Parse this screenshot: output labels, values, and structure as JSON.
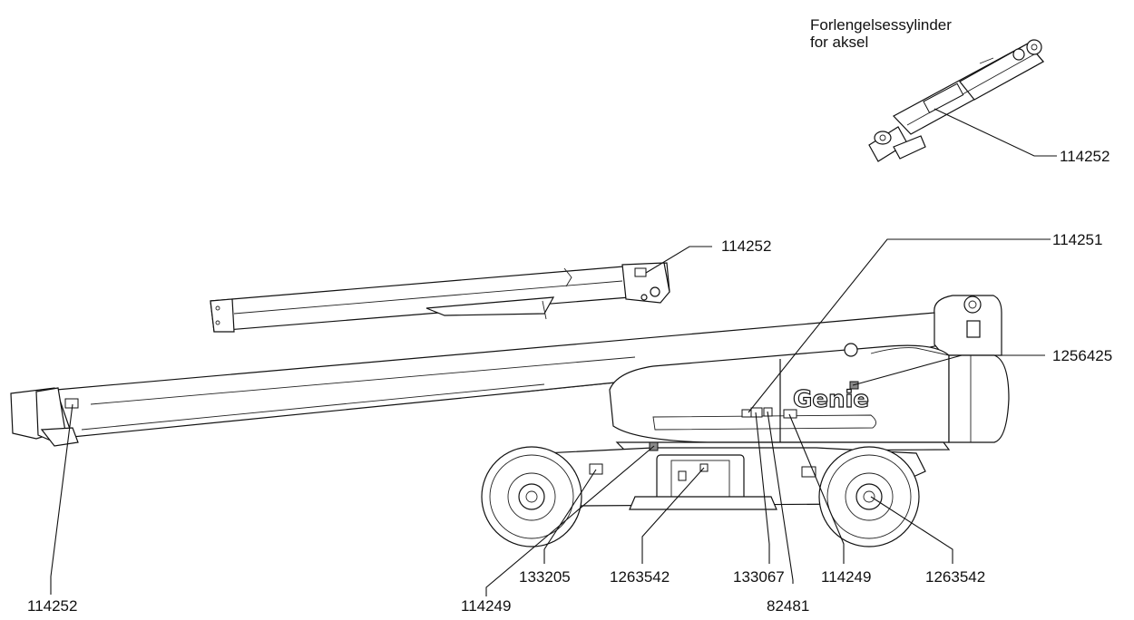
{
  "title": {
    "line1": "Forlengelsessylinder",
    "line2": "for aksel"
  },
  "brand_logo": "Genie",
  "callouts": {
    "cylinder": "114252",
    "jib": "114252",
    "boom_tip": "114252",
    "turntable_top": "114251",
    "cover_rear": "1256425",
    "chassis_left": "114249",
    "wheel_left": "133205",
    "axle_center": "1263542",
    "turntable_a": "133067",
    "turntable_b": "82481",
    "chassis_right": "114249",
    "wheel_right": "1263542"
  }
}
